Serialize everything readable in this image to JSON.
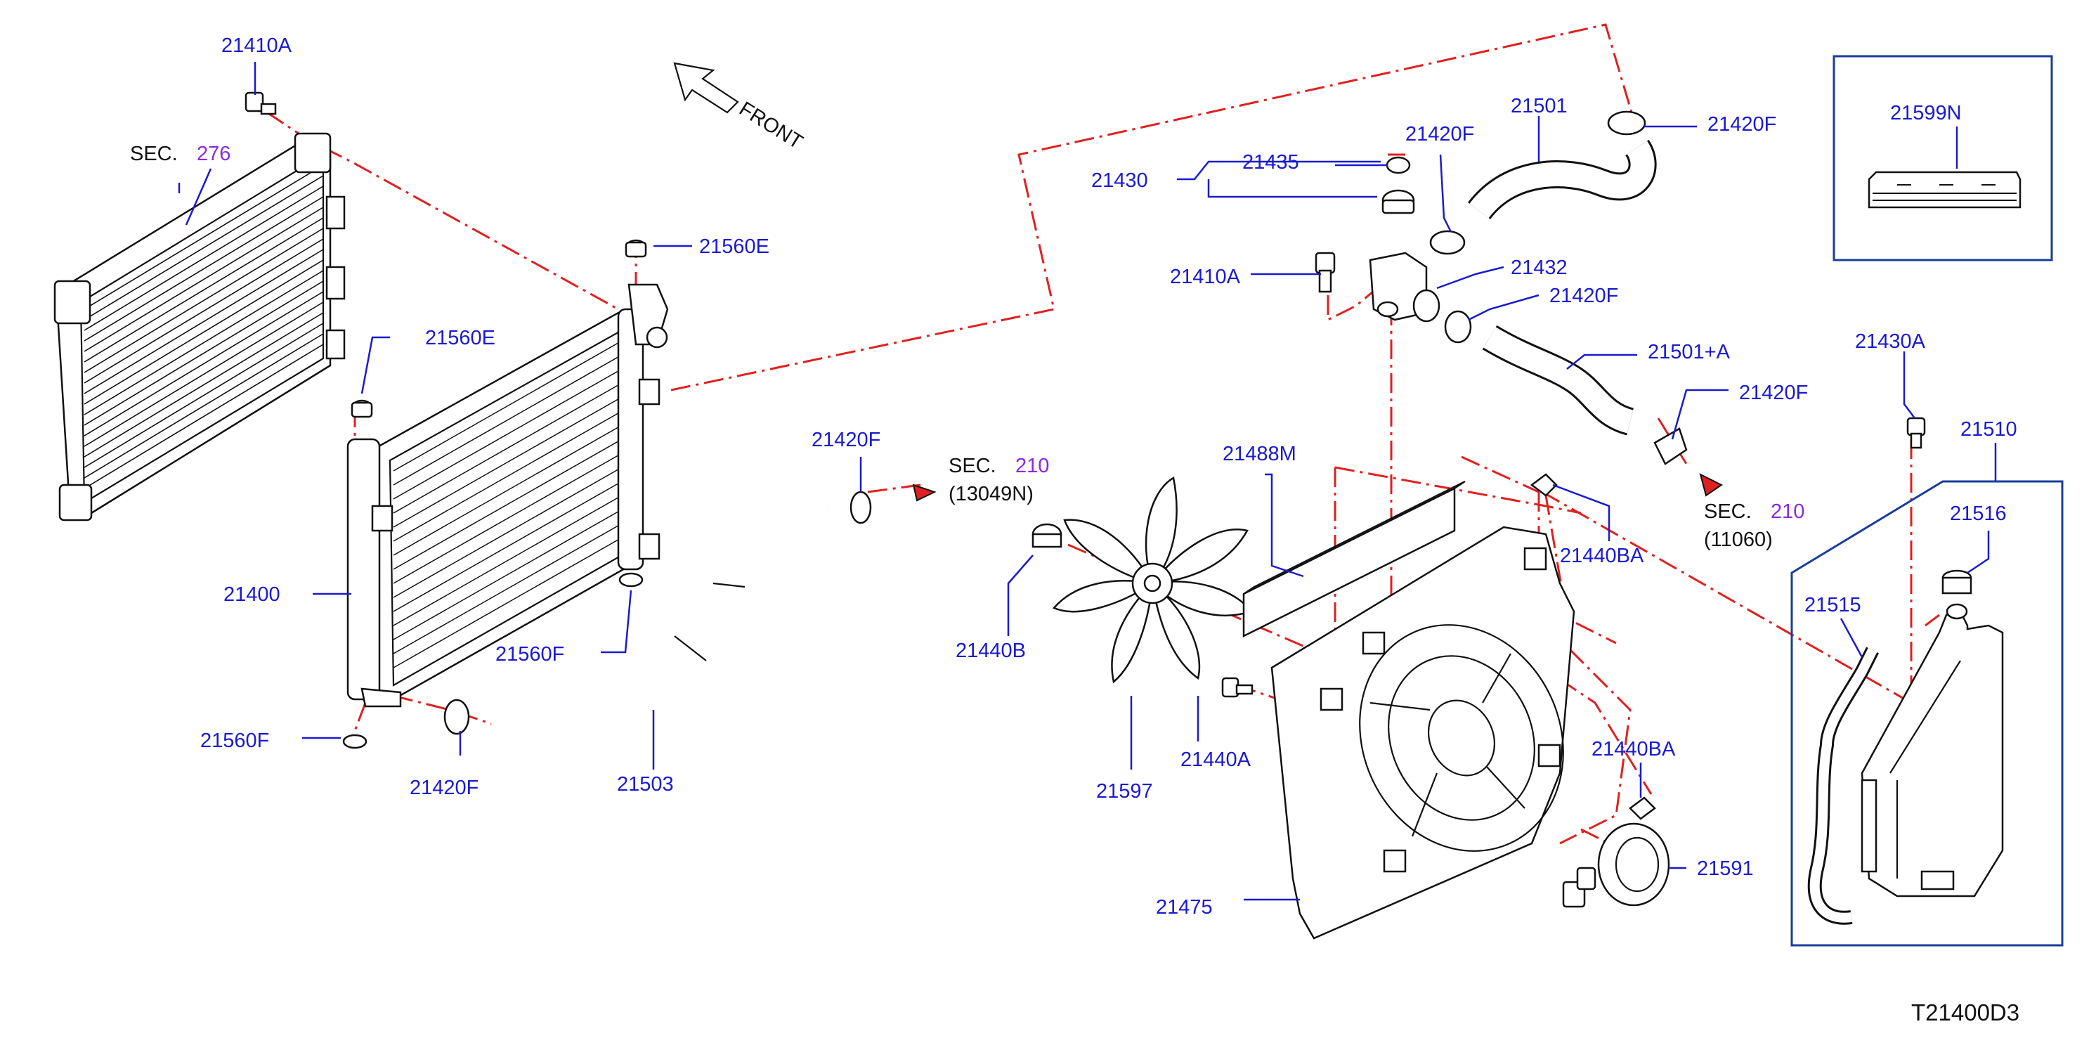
{
  "diagram_code": "T21400D3",
  "front_label": "FRONT",
  "sec_prefix": "SEC.",
  "sections": [
    {
      "id": "sec-276",
      "num": "276",
      "ref": ""
    },
    {
      "id": "sec-210-a",
      "num": "210",
      "ref": "(13049N)"
    },
    {
      "id": "sec-210-b",
      "num": "210",
      "ref": "(11060)"
    }
  ],
  "callouts": [
    "21410A",
    "21560E",
    "21560E",
    "21400",
    "21560F",
    "21420F",
    "21560F",
    "21503",
    "21420F",
    "21440B",
    "21597",
    "21440A",
    "21488M",
    "21475",
    "21430",
    "21435",
    "21420F",
    "21501",
    "21420F",
    "21410A",
    "21432",
    "21420F",
    "21501+A",
    "21420F",
    "21440BA",
    "21440BA",
    "21591",
    "21599N",
    "21430A",
    "21510",
    "21516",
    "21515"
  ],
  "colors": {
    "callout": "#1a1ad0",
    "section_number": "#8a2be2",
    "leader_chain": "#e02020",
    "inset_box": "#1a3d9a",
    "linework": "#111111"
  }
}
